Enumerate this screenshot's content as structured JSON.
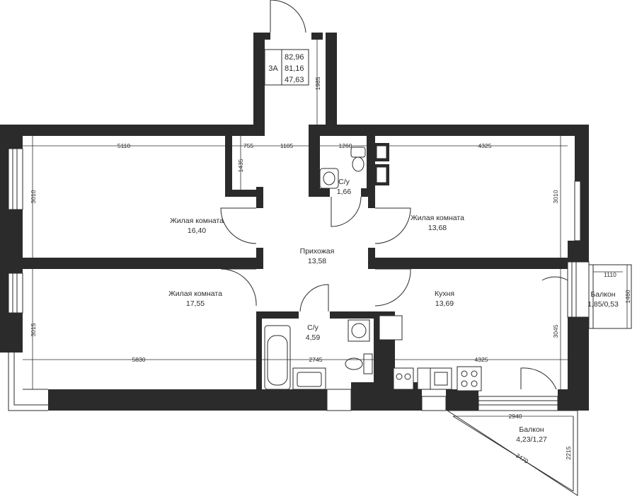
{
  "apartment_info": {
    "type": "3А",
    "areas": [
      "82,96",
      "81,16",
      "47,63"
    ]
  },
  "rooms": {
    "living_room_1": {
      "name": "Жилая комната",
      "area": "16,40"
    },
    "living_room_2": {
      "name": "Жилая комната",
      "area": "13,68"
    },
    "living_room_3": {
      "name": "Жилая комната",
      "area": "17,55"
    },
    "hallway": {
      "name": "Прихожая",
      "area": "13,58"
    },
    "bathroom_small": {
      "name": "С/у",
      "area": "1,66"
    },
    "bathroom_large": {
      "name": "С/у",
      "area": "4,59"
    },
    "kitchen": {
      "name": "Кухня",
      "area": "13,69"
    },
    "balcony_1": {
      "name": "Балкон",
      "area": "1,85/0,53"
    },
    "balcony_2": {
      "name": "Балкон",
      "area": "4,23/1,27"
    }
  },
  "dimensions": {
    "d5110": "5110",
    "d755": "755",
    "d1105": "1105",
    "d1260": "1260",
    "d4325_top": "4325",
    "d1985": "1985",
    "d1435": "1435",
    "d3010_left": "3010",
    "d3010_right": "3010",
    "d3015": "3015",
    "d3045": "3045",
    "d5830": "5830",
    "d2745": "2745",
    "d4325_bottom": "4325",
    "d1110": "1110",
    "d1460": "1460",
    "d2940": "2940",
    "d2215": "2215",
    "d3470": "3470"
  }
}
